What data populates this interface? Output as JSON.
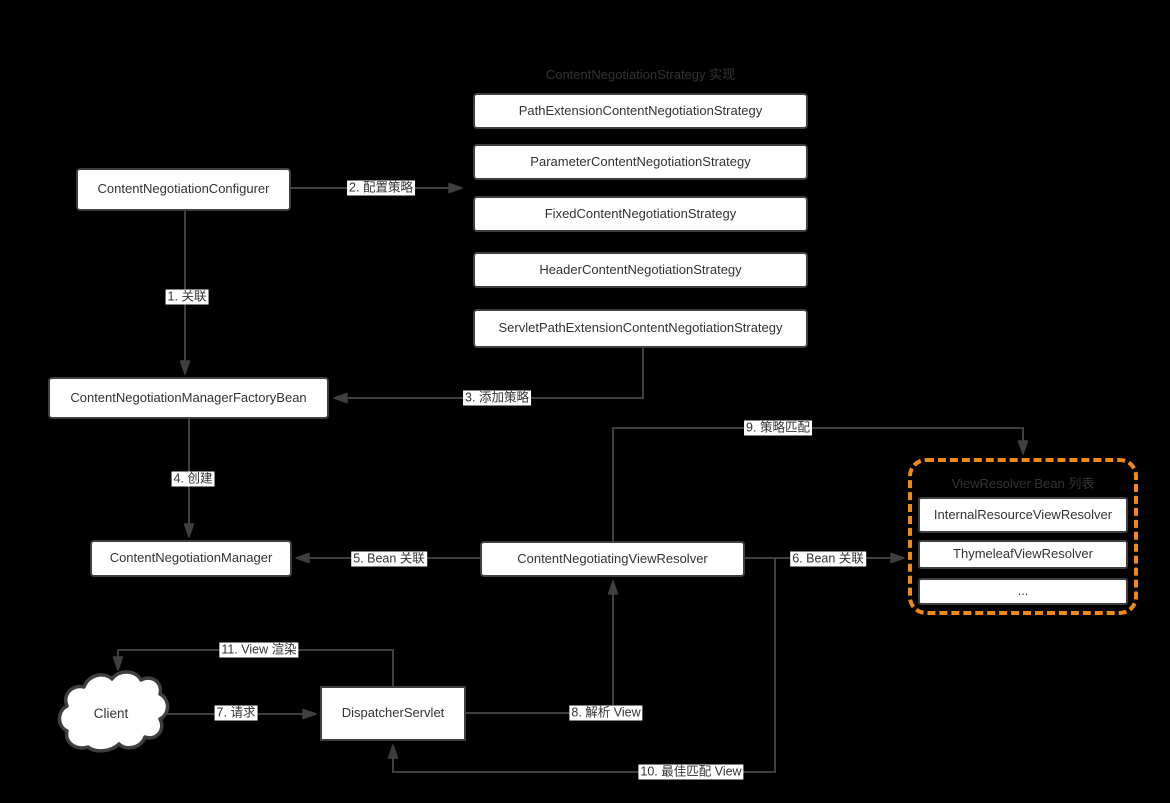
{
  "diagram": {
    "background_color": "#000000",
    "line_color": "#3f3f3f",
    "accent_orange": "#ef8a17",
    "strategy_group": {
      "title": "ContentNegotiationStrategy 实现",
      "items": [
        "PathExtensionContentNegotiationStrategy",
        "ParameterContentNegotiationStrategy",
        "FixedContentNegotiationStrategy",
        "HeaderContentNegotiationStrategy",
        "ServletPathExtensionContentNegotiationStrategy"
      ]
    },
    "nodes": {
      "configurer": "ContentNegotiationConfigurer",
      "factory_bean": "ContentNegotiationManagerFactoryBean",
      "manager": "ContentNegotiationManager",
      "view_resolver": "ContentNegotiatingViewResolver",
      "dispatcher": "DispatcherServlet",
      "client": "Client"
    },
    "resolver_list": {
      "title": "ViewResolver Bean 列表",
      "items": [
        "InternalResourceViewResolver",
        "ThymeleafViewResolver",
        "..."
      ]
    },
    "edges": {
      "e1": "1. 关联",
      "e2": "2. 配置策略",
      "e3": "3. 添加策略",
      "e4": "4. 创建",
      "e5": "5. Bean 关联",
      "e6": "6. Bean 关联",
      "e7": "7. 请求",
      "e8": "8. 解析 View",
      "e9": "9. 策略匹配",
      "e10": "10. 最佳匹配 View",
      "e11": "11. View 渲染"
    }
  }
}
